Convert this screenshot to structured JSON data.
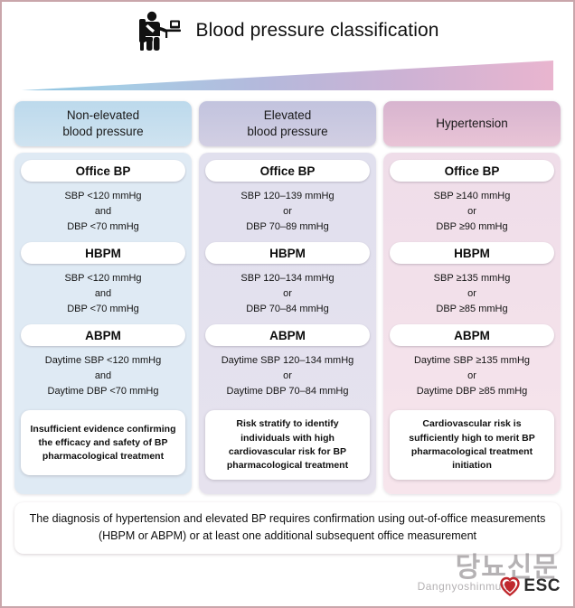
{
  "header": {
    "title": "Blood pressure classification",
    "icon": "seated-patient-bp-measurement-icon"
  },
  "gradient_bar": {
    "name": "risk-gradient-wedge",
    "from_color": "#8cc3e0",
    "mid_color": "#b3b3d9",
    "to_color": "#e8b4cf"
  },
  "columns": [
    {
      "id": "non-elevated",
      "header_label": "Non-elevated\nblood pressure",
      "header_line1": "Non-elevated",
      "header_line2": "blood pressure",
      "accent": "#bcd9ec",
      "body_bg": "#dfeaf4",
      "measures": [
        {
          "name": "Office BP",
          "line1": "SBP <120 mmHg",
          "conj": "and",
          "line2": "DBP <70 mmHg"
        },
        {
          "name": "HBPM",
          "line1": "SBP <120 mmHg",
          "conj": "and",
          "line2": "DBP <70 mmHg"
        },
        {
          "name": "ABPM",
          "line1": "Daytime SBP <120 mmHg",
          "conj": "and",
          "line2": "Daytime DBP <70 mmHg"
        }
      ],
      "note": "Insufficient evidence confirming the efficacy and safety of BP pharmacological treatment"
    },
    {
      "id": "elevated",
      "header_label": "Elevated\nblood pressure",
      "header_line1": "Elevated",
      "header_line2": "blood pressure",
      "accent": "#c2c3de",
      "body_bg": "#e1e0ee",
      "measures": [
        {
          "name": "Office BP",
          "line1": "SBP 120–139 mmHg",
          "conj": "or",
          "line2": "DBP 70–89 mmHg"
        },
        {
          "name": "HBPM",
          "line1": "SBP 120–134 mmHg",
          "conj": "or",
          "line2": "DBP 70–84 mmHg"
        },
        {
          "name": "ABPM",
          "line1": "Daytime SBP 120–134 mmHg",
          "conj": "or",
          "line2": "Daytime DBP 70–84 mmHg"
        }
      ],
      "note": "Risk stratify to identify individuals with high cardiovascular risk for BP pharmacological treatment"
    },
    {
      "id": "hypertension",
      "header_label": "Hypertension",
      "header_line1": "Hypertension",
      "header_line2": "",
      "accent": "#d7b4cf",
      "body_bg": "#efdde9",
      "measures": [
        {
          "name": "Office BP",
          "line1": "SBP ≥140 mmHg",
          "conj": "or",
          "line2": "DBP ≥90 mmHg"
        },
        {
          "name": "HBPM",
          "line1": "SBP ≥135 mmHg",
          "conj": "or",
          "line2": "DBP ≥85 mmHg"
        },
        {
          "name": "ABPM",
          "line1": "Daytime SBP ≥135 mmHg",
          "conj": "or",
          "line2": "Daytime DBP ≥85 mmHg"
        }
      ],
      "note": "Cardiovascular risk is sufficiently high to merit BP pharmacological treatment initiation"
    }
  ],
  "footer": {
    "text": "The diagnosis of hypertension and elevated BP requires confirmation using out-of-office measurements  (HBPM or ABPM) or at least one additional subsequent office measurement"
  },
  "watermark": {
    "korean": "당뇨신문",
    "roman": "Dangnyoshinmun",
    "logo_text": "ESC",
    "logo_icon": "esc-heart-icon",
    "heart_color": "#c0282d"
  }
}
